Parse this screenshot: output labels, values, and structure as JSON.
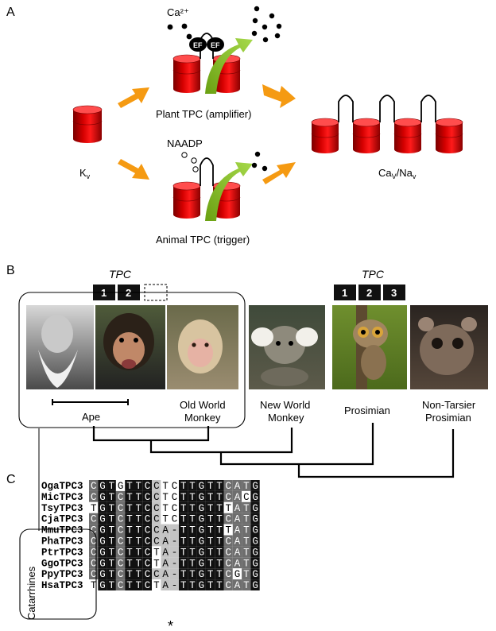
{
  "panels": {
    "a": {
      "letter": "A"
    },
    "b": {
      "letter": "B"
    },
    "c": {
      "letter": "C"
    }
  },
  "panel_a": {
    "ca_label": "Ca²⁺",
    "ef_label": "EF",
    "plant_label": "Plant TPC (amplifier)",
    "naadp_label": "NAADP",
    "animal_label": "Animal TPC (trigger)",
    "kv_base": "K",
    "kv_sub": "v",
    "cav_base1": "Ca",
    "cav_sub1": "V",
    "cav_sep": "/Na",
    "cav_sub2": "v"
  },
  "panel_b": {
    "tpc_left": "TPC",
    "tpc_right": "TPC",
    "boxes_left": [
      "1",
      "2"
    ],
    "boxes_right": [
      "1",
      "2",
      "3"
    ],
    "taxa": {
      "ape": "Ape",
      "old_world_l1": "Old World",
      "old_world_l2": "Monkey",
      "new_world_l1": "New World",
      "new_world_l2": "Monkey",
      "prosimian": "Prosimian",
      "non_tarsier_l1": "Non-Tarsier",
      "non_tarsier_l2": "Prosimian"
    }
  },
  "panel_c": {
    "group_label": "Catarrhines",
    "star": "*",
    "rows": [
      {
        "name": "OgaTPC3",
        "seq": "CGTGTTCCTCTTGTTCATG"
      },
      {
        "name": "MicTPC3",
        "seq": "CGTCTTCCTCTTGTTCACG"
      },
      {
        "name": "TsyTPC3",
        "seq": "TGTCTTCCTCTTGTTTATG"
      },
      {
        "name": "CjaTPC3",
        "seq": "CGTCTTCCTCTTGTTCATG"
      },
      {
        "name": "MmuTPC3",
        "seq": "CGTCTTCCA-TTGTTTATG"
      },
      {
        "name": "PhaTPC3",
        "seq": "CGTCTTCCA-TTGTTCATG"
      },
      {
        "name": "PtrTPC3",
        "seq": "CGTCTTCTA-TTGTTCATG"
      },
      {
        "name": "GgoTPC3",
        "seq": "CGTCTTCTA-TTGTTCATG"
      },
      {
        "name": "PpyTPC3",
        "seq": "CGTCTTCCA-TTGTTCGTG"
      },
      {
        "name": "HsaTPC3",
        "seq": "TGTCTTCTA-TTGTTCATG"
      }
    ]
  }
}
